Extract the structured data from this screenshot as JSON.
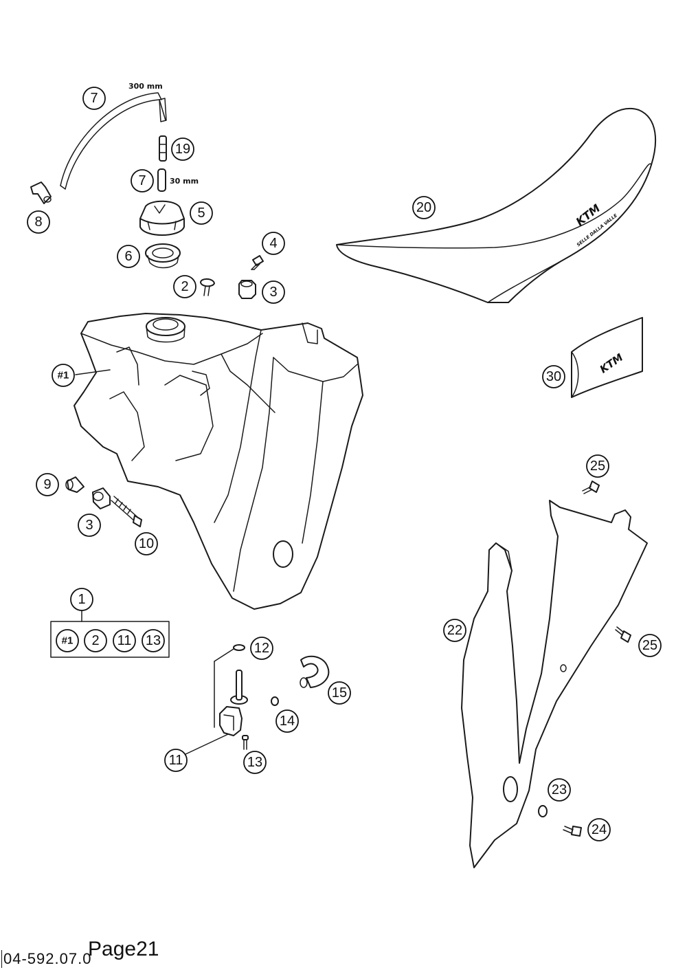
{
  "dimensions": {
    "hose_long": "300 mm",
    "hose_short": "30 mm"
  },
  "callouts": {
    "c7a": "7",
    "c7b": "7",
    "c8": "8",
    "c19": "19",
    "c5": "5",
    "c6": "6",
    "c4": "4",
    "c2": "2",
    "c3a": "3",
    "c20": "20",
    "c30": "30",
    "c1tank": "#1",
    "c9": "9",
    "c3b": "3",
    "c10": "10",
    "c1": "1",
    "kit1": "#1",
    "kit2": "2",
    "kit11": "11",
    "kit13": "13",
    "c12": "12",
    "c15": "15",
    "c14": "14",
    "c11": "11",
    "c13": "13",
    "c25a": "25",
    "c22": "22",
    "c25b": "25",
    "c23": "23",
    "c24": "24"
  },
  "logos": {
    "seat_brand": "KTM",
    "seat_maker": "SELLE DALLA VALLE",
    "decal_brand": "KTM"
  },
  "footer": {
    "page_label": "Page21",
    "drawing_code": "04-592.07.0"
  }
}
